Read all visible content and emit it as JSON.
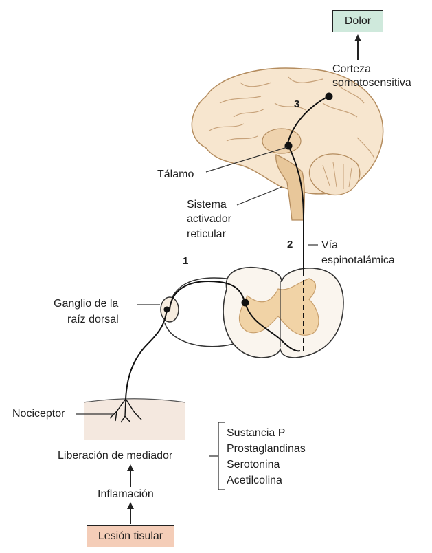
{
  "outcome": {
    "label": "Dolor",
    "color": "#cfe9dc"
  },
  "cortex_label_line1": "Corteza",
  "cortex_label_line2": "somatosensitiva",
  "thalamus_label": "Tálamo",
  "reticular_label_line1": "Sistema",
  "reticular_label_line2": "activador",
  "reticular_label_line3": "reticular",
  "pathway_label_line1": "Vía",
  "pathway_label_line2": "espinotalámica",
  "ganglion_label_line1": "Ganglio de la",
  "ganglion_label_line2": "raíz dorsal",
  "nociceptor_label": "Nociceptor",
  "mediator_release_label": "Liberación de mediador",
  "mediators": [
    "Sustancia P",
    "Prostaglandinas",
    "Serotonina",
    "Acetilcolina"
  ],
  "inflammation_label": "Inflamación",
  "origin": {
    "label": "Lesión tisular",
    "color": "#f4cdb8"
  },
  "step_numbers": [
    "1",
    "2",
    "3"
  ],
  "colors": {
    "brain": "#f7e6cf",
    "brain_stem": "#e8c79a",
    "cord_gray_matter": "#f1d3a6",
    "skin": "#f4e8df"
  }
}
